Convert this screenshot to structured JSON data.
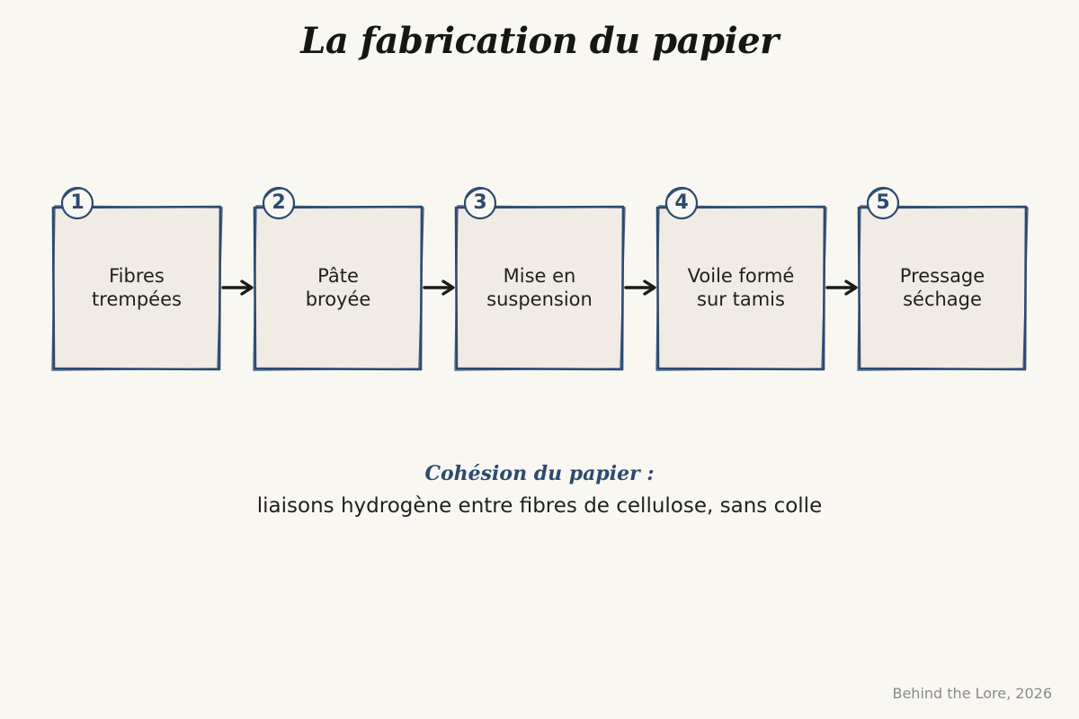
{
  "title": "La fabrication du papier",
  "steps": [
    {
      "number": "1",
      "line1": "Fibres",
      "line2": "trempées"
    },
    {
      "number": "2",
      "line1": "Pâte",
      "line2": "broyée"
    },
    {
      "number": "3",
      "line1": "Mise en",
      "line2": "suspension"
    },
    {
      "number": "4",
      "line1": "Voile formé",
      "line2": "sur tamis"
    },
    {
      "number": "5",
      "line1": "Pressage",
      "line2": "séchage"
    }
  ],
  "note": {
    "title": "Cohésion du papier :",
    "text": "liaisons hydrogène entre fibres de cellulose, sans colle"
  },
  "credit": "Behind the Lore, 2026",
  "colors": {
    "background": "#f9f7f2",
    "box_fill": "#f0ebe5",
    "box_stroke": "#2d4a6e",
    "arrow": "#1a1a1a",
    "text": "#1f1f1f"
  }
}
